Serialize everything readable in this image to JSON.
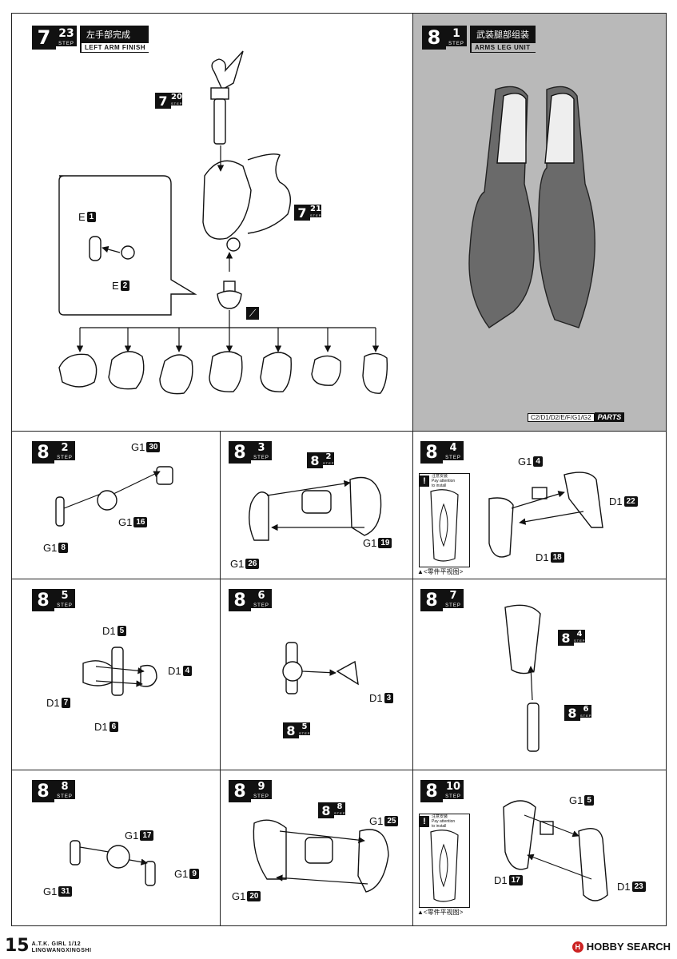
{
  "steps": {
    "s7_23": {
      "main": "7",
      "sub": "23",
      "step": "STEP",
      "title_cn": "左手部完成",
      "title_en": "LEFT ARM FINISH"
    },
    "s8_1": {
      "main": "8",
      "sub": "1",
      "step": "STEP",
      "title_cn": "武装腿部组装",
      "title_en": "ARMS LEG UNIT"
    },
    "s8_2": {
      "main": "8",
      "sub": "2",
      "step": "STEP"
    },
    "s8_3": {
      "main": "8",
      "sub": "3",
      "step": "STEP"
    },
    "s8_4": {
      "main": "8",
      "sub": "4",
      "step": "STEP"
    },
    "s8_5": {
      "main": "8",
      "sub": "5",
      "step": "STEP"
    },
    "s8_6": {
      "main": "8",
      "sub": "6",
      "step": "STEP"
    },
    "s8_7": {
      "main": "8",
      "sub": "7",
      "step": "STEP"
    },
    "s8_8": {
      "main": "8",
      "sub": "8",
      "step": "STEP"
    },
    "s8_9": {
      "main": "8",
      "sub": "9",
      "step": "STEP"
    },
    "s8_10": {
      "main": "8",
      "sub": "10",
      "step": "STEP"
    }
  },
  "refs": {
    "r7_20": {
      "main": "7",
      "sub": "20",
      "step": "STEP"
    },
    "r7_21": {
      "main": "7",
      "sub": "21",
      "step": "STEP"
    },
    "r8_2": {
      "main": "8",
      "sub": "2",
      "step": "STEP"
    },
    "r8_4": {
      "main": "8",
      "sub": "4",
      "step": "STEP"
    },
    "r8_5": {
      "main": "8",
      "sub": "5",
      "step": "STEP"
    },
    "r8_6": {
      "main": "8",
      "sub": "6",
      "step": "STEP"
    },
    "r8_8": {
      "main": "8",
      "sub": "8",
      "step": "STEP"
    }
  },
  "labels": {
    "e1": {
      "letter": "E",
      "num": "1"
    },
    "e2": {
      "letter": "E",
      "num": "2"
    },
    "g1_30": {
      "letter": "G1",
      "num": "30"
    },
    "g1_16": {
      "letter": "G1",
      "num": "16"
    },
    "g1_8": {
      "letter": "G1",
      "num": "8"
    },
    "g1_26": {
      "letter": "G1",
      "num": "26"
    },
    "g1_19": {
      "letter": "G1",
      "num": "19"
    },
    "g1_4": {
      "letter": "G1",
      "num": "4"
    },
    "d1_22": {
      "letter": "D1",
      "num": "22"
    },
    "d1_18": {
      "letter": "D1",
      "num": "18"
    },
    "d1_5": {
      "letter": "D1",
      "num": "5"
    },
    "d1_4": {
      "letter": "D1",
      "num": "4"
    },
    "d1_7": {
      "letter": "D1",
      "num": "7"
    },
    "d1_6": {
      "letter": "D1",
      "num": "6"
    },
    "d1_3": {
      "letter": "D1",
      "num": "3"
    },
    "g1_17": {
      "letter": "G1",
      "num": "17"
    },
    "g1_9": {
      "letter": "G1",
      "num": "9"
    },
    "g1_31": {
      "letter": "G1",
      "num": "31"
    },
    "g1_25": {
      "letter": "G1",
      "num": "25"
    },
    "g1_20": {
      "letter": "G1",
      "num": "20"
    },
    "g1_5": {
      "letter": "G1",
      "num": "5"
    },
    "d1_17": {
      "letter": "D1",
      "num": "17"
    },
    "d1_23": {
      "letter": "D1",
      "num": "23"
    }
  },
  "notes": {
    "warn_icon": "!",
    "line_cn": "注意安装",
    "line_en1": "Pay attention",
    "line_en2": "to install",
    "caption": "▲<零件平视图>"
  },
  "parts": {
    "list": "C2/D1/D2/E/F/G1/G2",
    "tag": "PARTS"
  },
  "footer": {
    "page": "15",
    "brand1": "A.T.K. GIRL 1/12",
    "brand2": "LINGWANGXINGSHI"
  },
  "watermark": {
    "icon": "H",
    "text": "HOBBY SEARCH"
  }
}
